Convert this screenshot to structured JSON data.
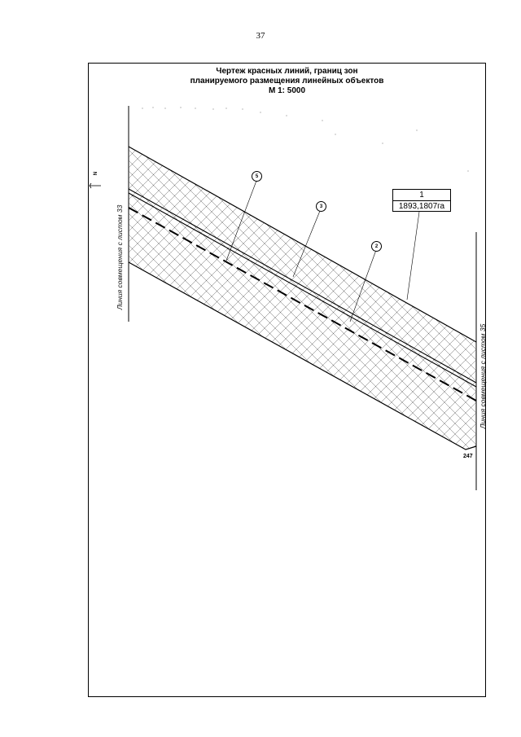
{
  "page_number": "37",
  "title": {
    "line1": "Чертеж красных линий, границ зон",
    "line2": "планируемого размещения линейных объектов",
    "line3": "М 1: 5000"
  },
  "left_match_line": "Линия совмещения с листом 33",
  "right_match_line": "Линия совмещения с листом 35",
  "north_arrow": "N",
  "parcel": {
    "number": "1",
    "area": "1893,1807га"
  },
  "markers": [
    "5",
    "3",
    "2"
  ],
  "point_label": "247",
  "colors": {
    "line": "#000000",
    "hatch": "#555555",
    "background": "#ffffff"
  }
}
